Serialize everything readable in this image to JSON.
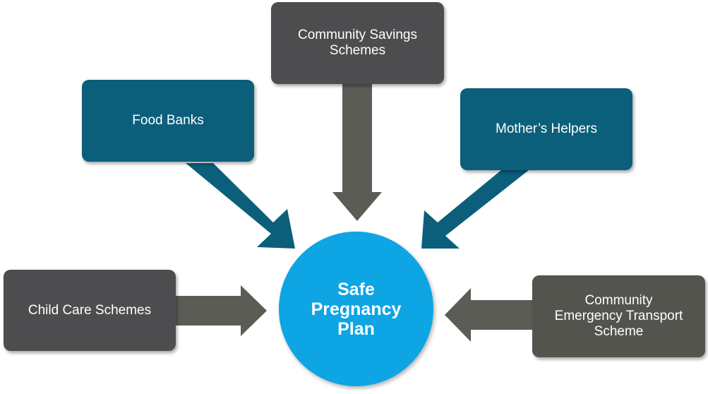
{
  "diagram": {
    "center": {
      "label": "Safe\nPregnancy\nPlan",
      "color": "#0da5e3"
    },
    "nodes": {
      "community_savings": "Community Savings\nSchemes",
      "food_banks": "Food Banks",
      "mothers_helpers": "Mother’s Helpers",
      "child_care": "Child Care Schemes",
      "emergency_transport": "Community\nEmergency Transport\nScheme"
    },
    "colors": {
      "gray_box": "#4d4d4f",
      "teal_box": "#0b5f7b",
      "olive_box": "#53544d",
      "gray_arrow": "#5c5c57",
      "teal_arrow": "#0b5f7b"
    },
    "edges": [
      {
        "from": "community_savings",
        "to": "center"
      },
      {
        "from": "food_banks",
        "to": "center"
      },
      {
        "from": "mothers_helpers",
        "to": "center"
      },
      {
        "from": "child_care",
        "to": "center"
      },
      {
        "from": "emergency_transport",
        "to": "center"
      }
    ]
  }
}
